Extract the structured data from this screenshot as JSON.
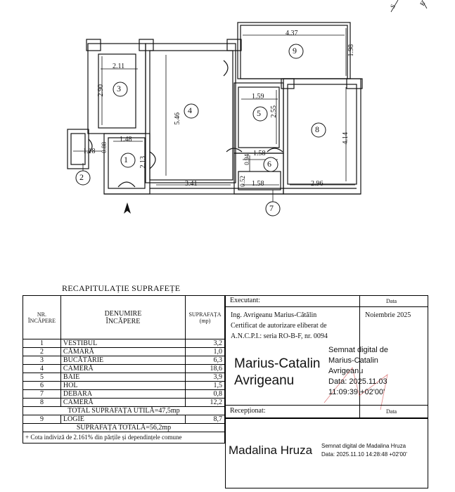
{
  "plan": {
    "dims": {
      "d437": "4.37",
      "d198": "1.98",
      "d211": "2.11",
      "d290": "2.90",
      "d546": "5.46",
      "d159": "1.59",
      "d255": "2.55",
      "d414": "4.14",
      "d148": "1.48",
      "d088": "0.88",
      "d118": "1.18",
      "d213": "2.13",
      "d158a": "1.58",
      "d094": "0.94",
      "d341": "3.41",
      "d052": "0.52",
      "d158b": "1.58",
      "d296": "2.96"
    },
    "rooms": [
      "1",
      "2",
      "3",
      "4",
      "5",
      "6",
      "7",
      "8",
      "9"
    ],
    "compass": {
      "s": "S",
      "e": "E"
    }
  },
  "recap": {
    "title": "RECAPITULAȚIE SUPRAFEȚE",
    "headers": {
      "nr_line1": "NR.",
      "nr_line2": "ÎNCĂPERE",
      "den_line1": "DENUMIRE",
      "den_line2": "ÎNCĂPERE",
      "sup_line1": "SUPRAFAȚA",
      "sup_line2": "(mp)"
    },
    "rows": [
      {
        "nr": "1",
        "name": "VESTIBUL",
        "area": "3,2"
      },
      {
        "nr": "2",
        "name": "CĂMARĂ",
        "area": "1,0"
      },
      {
        "nr": "3",
        "name": "BUCĂTĂRIE",
        "area": "6,3"
      },
      {
        "nr": "4",
        "name": "CAMERĂ",
        "area": "18,6"
      },
      {
        "nr": "5",
        "name": "BAIE",
        "area": "3,9"
      },
      {
        "nr": "6",
        "name": "HOL",
        "area": "1,5"
      },
      {
        "nr": "7",
        "name": "DEBARA",
        "area": "0,8"
      },
      {
        "nr": "8",
        "name": "CAMERĂ",
        "area": "12,2"
      }
    ],
    "total_util": "TOTAL SUPRAFAȚA UTILĂ=47,5mp",
    "loggia": {
      "nr": "9",
      "name": "LOGIE",
      "area": "8,7"
    },
    "total": "SUPRAFAȚA TOTALĂ=56,2mp",
    "note": "+ Cota indiviză de 2.161% din părțile și dependințele comune"
  },
  "executant": {
    "label": "Executant:",
    "data_label": "Data",
    "line1": "Ing. Avrigeanu Marius-Cătălin",
    "line2": "Certificat de autorizare eliberat de",
    "line3": "A.N.C.P.I.: seria RO-B-F, nr. 0094",
    "date": "Noiembrie 2025",
    "sig_name_1": "Marius-Catalin",
    "sig_name_2": "Avrigeanu",
    "sig_d1": "Semnat digital de",
    "sig_d2": "Marius-Catalin",
    "sig_d3": "Avrigeanu",
    "sig_d4": "Data: 2025.11.03",
    "sig_d5": "11:09:39 +02'00'"
  },
  "receptionat": {
    "label": "Recepționat:",
    "data_label": "Data",
    "sig_name": "Madalina Hruza",
    "sig_d1": "Semnat digital de Madalina Hruza",
    "sig_d2": "Data: 2025.11.10 14:28:48 +02'00'"
  }
}
